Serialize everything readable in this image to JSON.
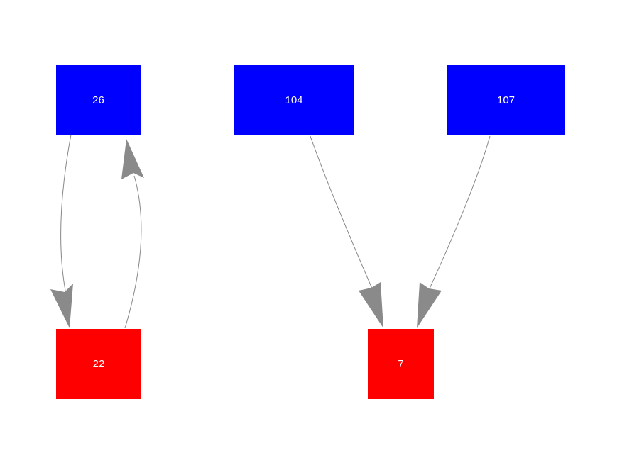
{
  "diagram": {
    "background_color": "#ffffff",
    "node_fill_top": "#0000ff",
    "node_fill_bottom": "#ff0000",
    "node_text_color": "#ffffff",
    "edge_color": "#878787",
    "arrowhead_color": "#8a8a8a",
    "nodes": [
      {
        "id": "26",
        "label": "26",
        "fill": "#0000ff",
        "text_color": "#ffffff",
        "row": "top"
      },
      {
        "id": "104",
        "label": "104",
        "fill": "#0000ff",
        "text_color": "#ffffff",
        "row": "top"
      },
      {
        "id": "107",
        "label": "107",
        "fill": "#0000ff",
        "text_color": "#ffffff",
        "row": "top"
      },
      {
        "id": "22",
        "label": "22",
        "fill": "#ff0000",
        "text_color": "#ffffff",
        "row": "bottom"
      },
      {
        "id": "7",
        "label": "7",
        "fill": "#ff0000",
        "text_color": "#ffffff",
        "row": "bottom"
      }
    ],
    "edges": [
      {
        "from": "26",
        "to": "22"
      },
      {
        "from": "22",
        "to": "26"
      },
      {
        "from": "104",
        "to": "7"
      },
      {
        "from": "107",
        "to": "7"
      }
    ]
  }
}
